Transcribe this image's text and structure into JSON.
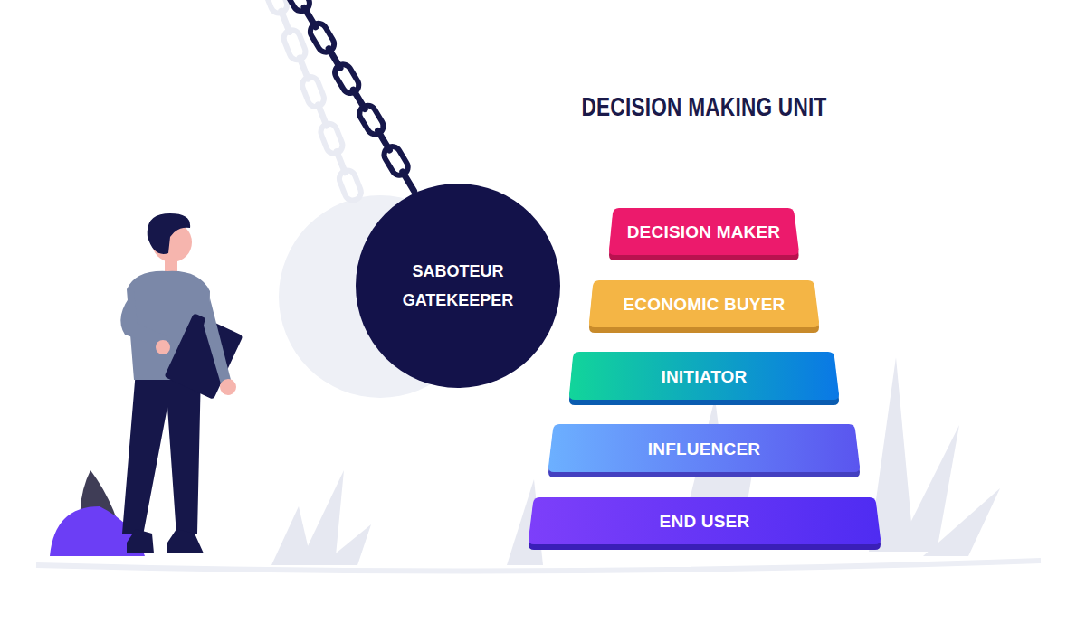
{
  "diagram": {
    "title": "DECISION MAKING UNIT",
    "nodes": [
      {
        "text": [
          "SABOTEUR",
          "GATEKEEPER"
        ]
      },
      {
        "text": [
          "DECISION MAKER"
        ]
      },
      {
        "text": [
          "ECONOMIC BUYER"
        ]
      },
      {
        "text": [
          "INITIATOR"
        ]
      },
      {
        "text": [
          "INFLUENCER"
        ]
      },
      {
        "text": [
          "END USER"
        ]
      }
    ]
  }
}
